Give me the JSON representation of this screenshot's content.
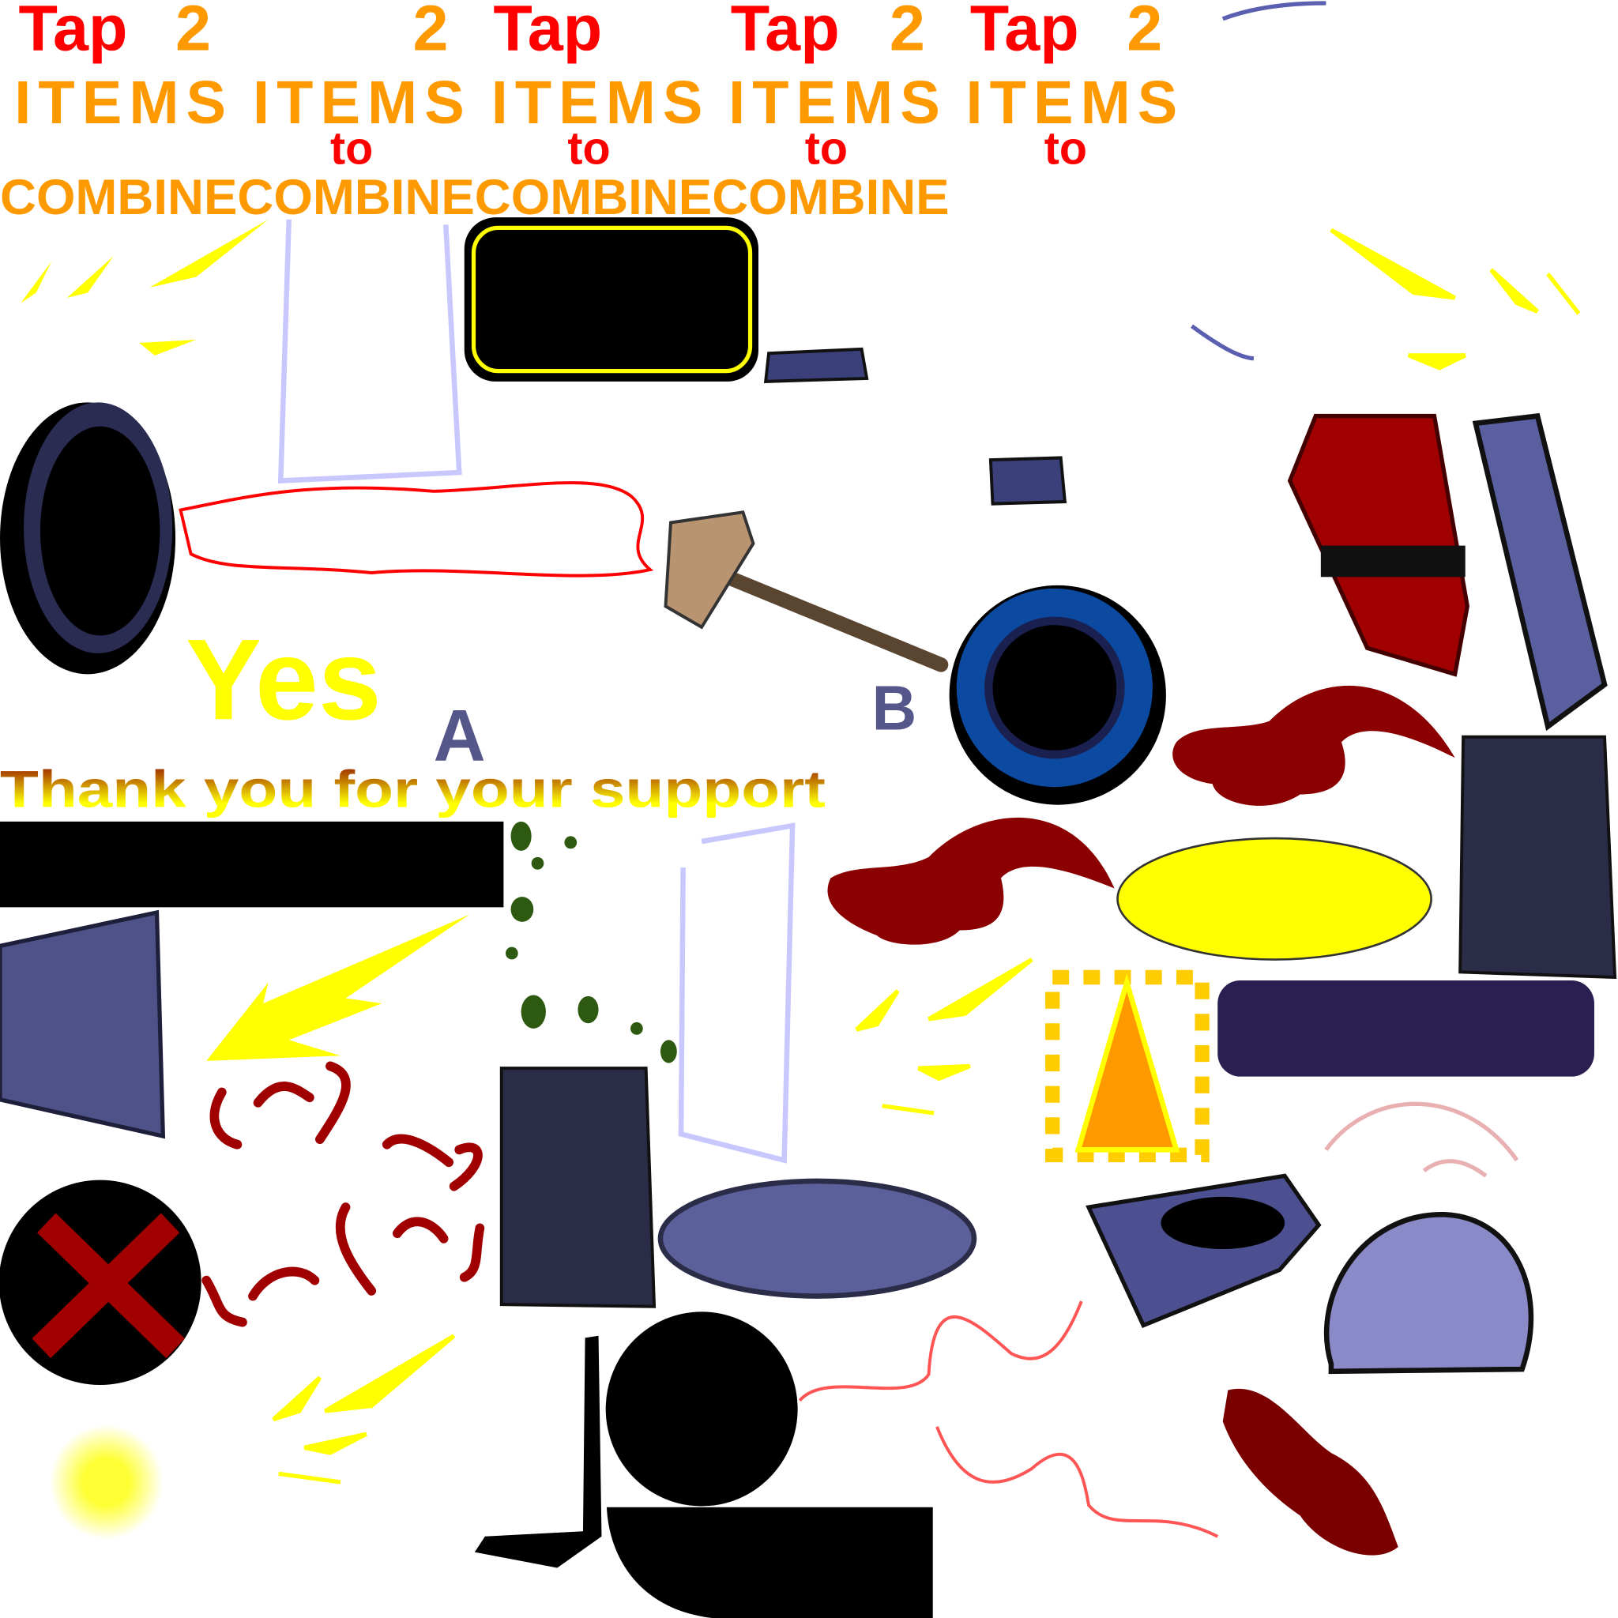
{
  "header": {
    "tap_labels": [
      "Tap",
      "Tap",
      "Tap",
      "Tap"
    ],
    "two_labels": [
      "2",
      "2",
      "2",
      "2"
    ],
    "items_labels": [
      "ITEMS",
      "ITEMS",
      "ITEMS",
      "ITEMS",
      "ITEMS"
    ],
    "to_labels": [
      "to",
      "to",
      "to",
      "to"
    ],
    "combine_labels": [
      "COMBINE",
      "COMBINE",
      "COMBINE",
      "COMBINE"
    ]
  },
  "labels": {
    "yes": "Yes",
    "letter_a": "A",
    "letter_b": "B",
    "thank_you": "Thank you for your support"
  },
  "colors": {
    "red": "#ff0000",
    "orange": "#ff9900",
    "yellow": "#ffff00",
    "navy": "#3b3f7a",
    "dark_red": "#8b0000"
  }
}
